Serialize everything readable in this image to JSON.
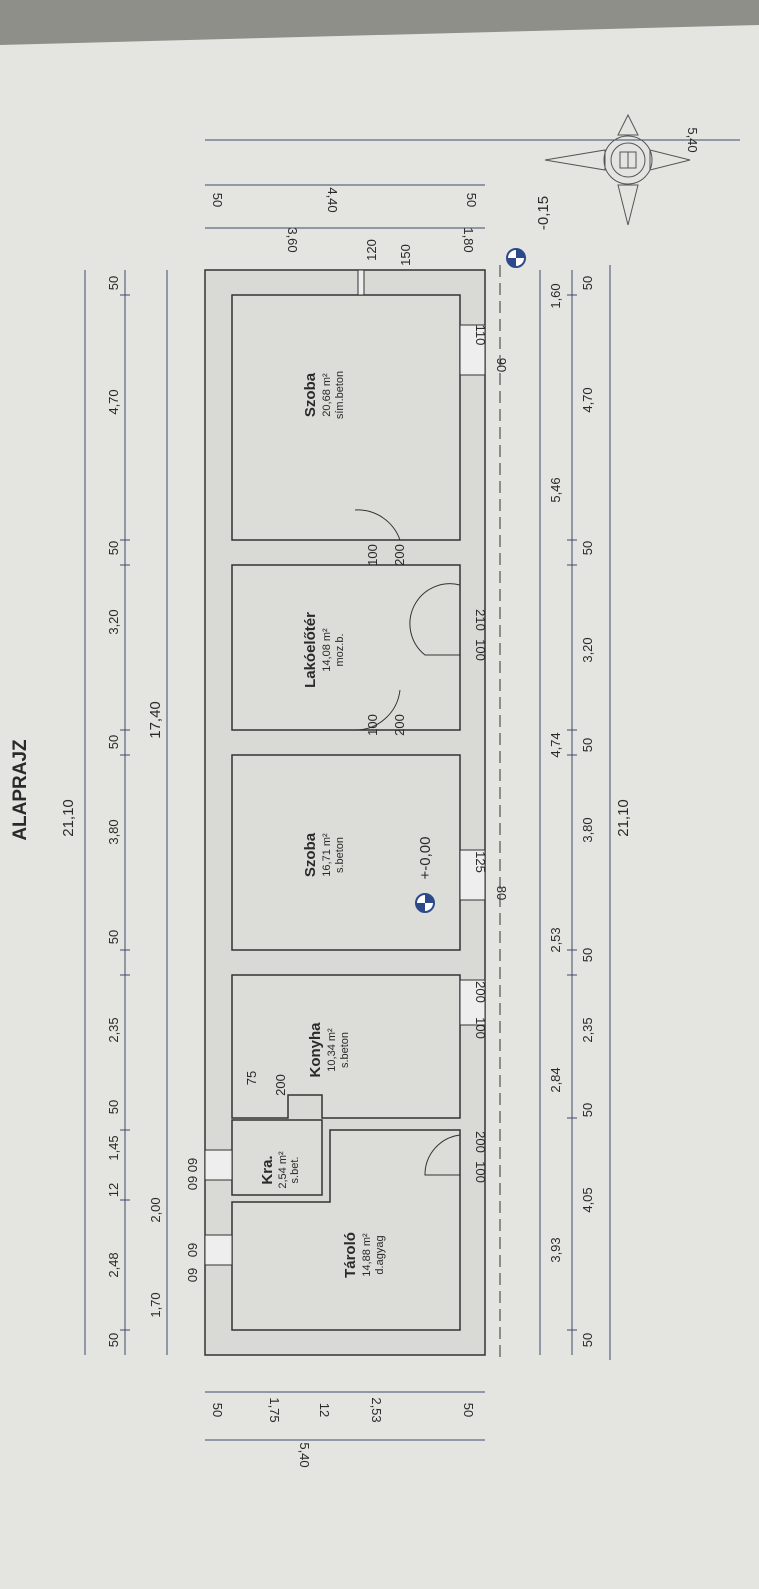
{
  "title": "ALAPRAJZ",
  "rooms": [
    {
      "name": "Szoba",
      "area": "20,68 m²",
      "floor": "sím.beton"
    },
    {
      "name": "Lakóelőtér",
      "area": "14,08 m²",
      "floor": "moz.b."
    },
    {
      "name": "Szoba",
      "area": "16,71 m²",
      "floor": "s.beton"
    },
    {
      "name": "Konyha",
      "area": "10,34 m²",
      "floor": "s.beton"
    },
    {
      "name": "Kra.",
      "area": "2,54 m²",
      "floor": "s.bet."
    },
    {
      "name": "Tároló",
      "area": "14,88 m²",
      "floor": "d.agyag"
    }
  ],
  "dims": {
    "top_total": "21,10",
    "top_segments": [
      "50",
      "2,48",
      "12",
      "1,45",
      "50",
      "2,35",
      "50",
      "3,80",
      "50",
      "3,20",
      "50",
      "4,70",
      "50"
    ],
    "top_second": [
      "1,70",
      "2,00",
      "17,40"
    ],
    "right_inner": [
      "3,93",
      "2,84",
      "2,53",
      "4,74",
      "5,46",
      "1,60"
    ],
    "right_segments": [
      "50",
      "4,05",
      "50",
      "2,35",
      "50",
      "3,80",
      "50",
      "3,20",
      "50",
      "4,70",
      "50"
    ],
    "right_total": "21,10",
    "end_top": [
      "5,40",
      "50",
      "4,40",
      "50",
      "3,60",
      "1,80",
      "120",
      "150"
    ],
    "end_bottom": [
      "50",
      "1,75",
      "12",
      "2,53",
      "50",
      "5,40"
    ]
  },
  "openings": [
    "60",
    "60",
    "60",
    "60",
    "75",
    "200",
    "100",
    "200",
    "100",
    "200",
    "210",
    "100",
    "110",
    "90",
    "125",
    "80",
    "200",
    "100",
    "200",
    "100"
  ],
  "levels": {
    "ground": "+-0,00",
    "outside": "-0,15"
  },
  "colors": {
    "paper": "#e4e4e1",
    "line": "#333333",
    "dim_line": "#3d4a6a"
  }
}
